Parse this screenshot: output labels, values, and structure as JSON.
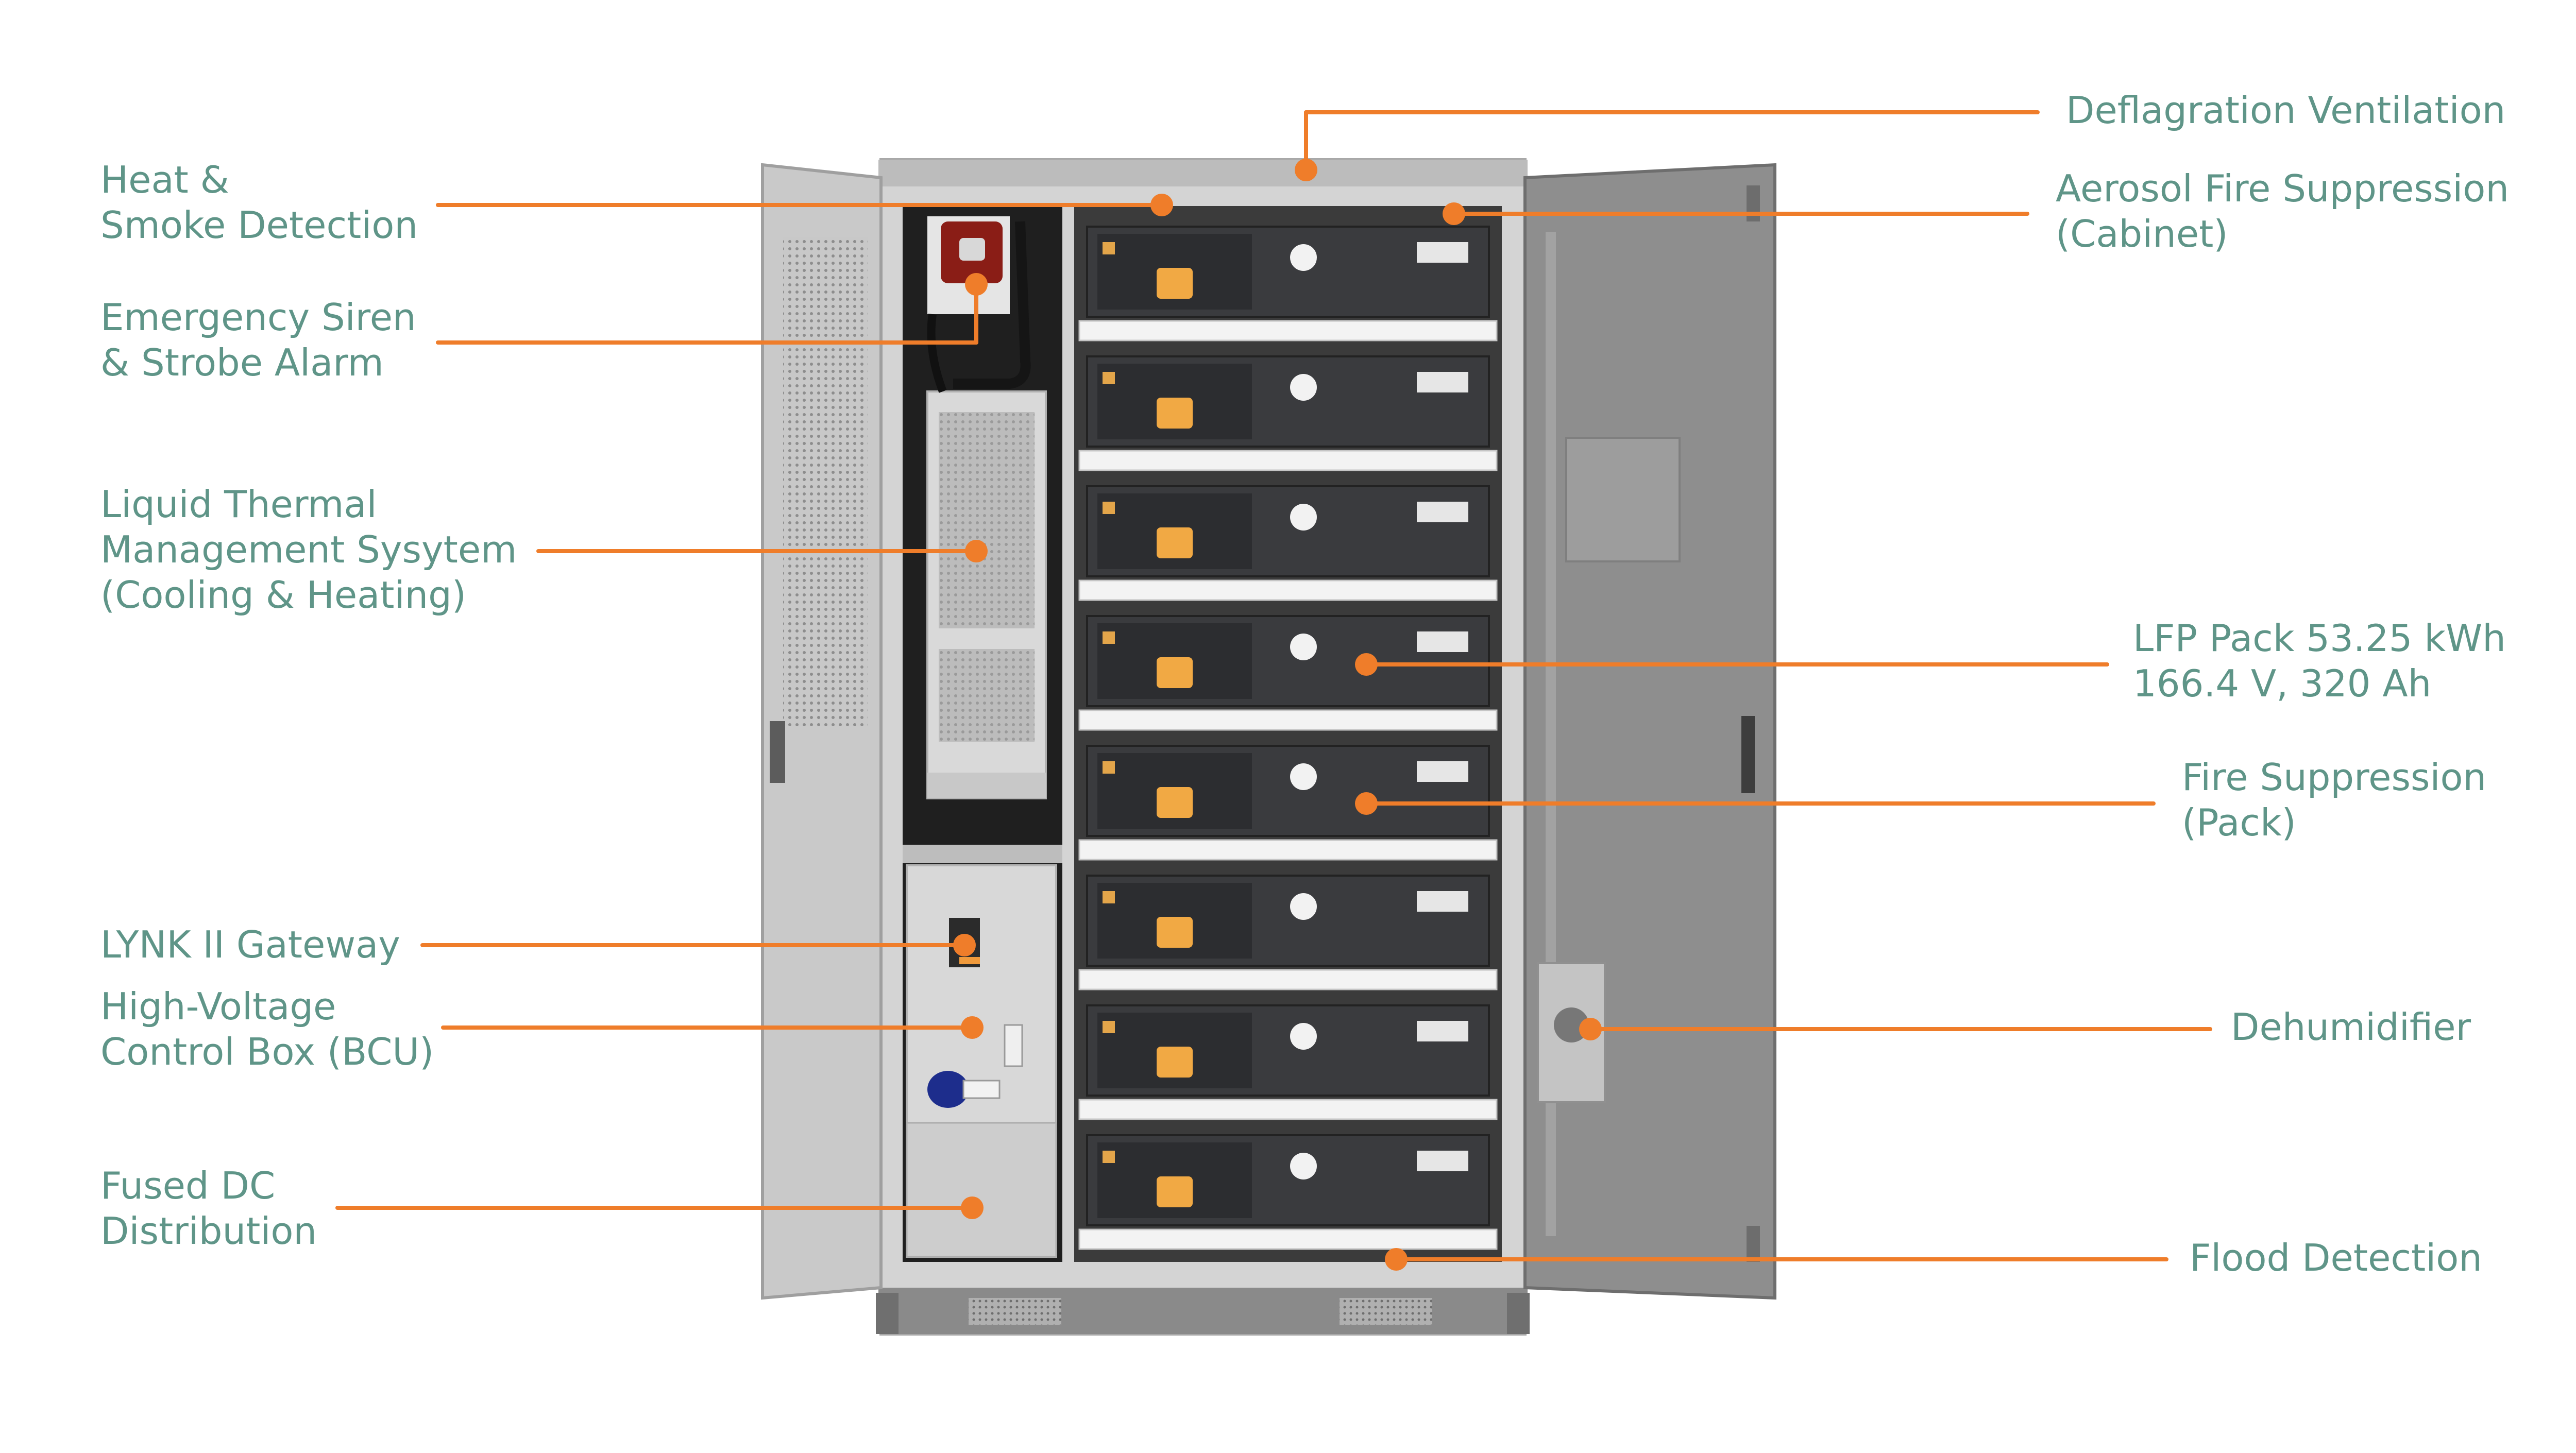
{
  "colors": {
    "label_text": "#5f9588",
    "leader_line": "#ef7d2a",
    "cabinet_frame": "#cfcfcf",
    "cabinet_dark": "#7b7b7b",
    "battery_module": "#3a3b3e",
    "door_inner": "#8f8f8f",
    "terminal_orange": "#f1a944"
  },
  "callouts": [
    {
      "id": "heat-smoke-detection",
      "lines": [
        "Heat &",
        "Smoke Detection"
      ],
      "side": "left"
    },
    {
      "id": "emergency-siren-strobe",
      "lines": [
        "Emergency Siren",
        "& Strobe Alarm"
      ],
      "side": "left"
    },
    {
      "id": "liquid-thermal-management",
      "lines": [
        "Liquid Thermal",
        "Management Sysytem",
        "(Cooling & Heating)"
      ],
      "side": "left"
    },
    {
      "id": "lynk-ii-gateway",
      "lines": [
        "LYNK II Gateway"
      ],
      "side": "left"
    },
    {
      "id": "high-voltage-control-box",
      "lines": [
        "High-Voltage",
        "Control Box (BCU)"
      ],
      "side": "left"
    },
    {
      "id": "fused-dc-distribution",
      "lines": [
        "Fused DC",
        "Distribution"
      ],
      "side": "left"
    },
    {
      "id": "deflagration-ventilation",
      "lines": [
        "Deflagration Ventilation"
      ],
      "side": "right"
    },
    {
      "id": "aerosol-fire-suppression",
      "lines": [
        "Aerosol Fire Suppression",
        "(Cabinet)"
      ],
      "side": "right"
    },
    {
      "id": "lfp-pack",
      "lines": [
        "LFP Pack 53.25 kWh",
        "166.4 V, 320 Ah"
      ],
      "side": "right"
    },
    {
      "id": "fire-suppression-pack",
      "lines": [
        "Fire Suppression",
        "(Pack)"
      ],
      "side": "right"
    },
    {
      "id": "dehumidifier",
      "lines": [
        "Dehumidifier"
      ],
      "side": "right"
    },
    {
      "id": "flood-detection",
      "lines": [
        "Flood Detection"
      ],
      "side": "right"
    }
  ],
  "battery_module_count": 8
}
